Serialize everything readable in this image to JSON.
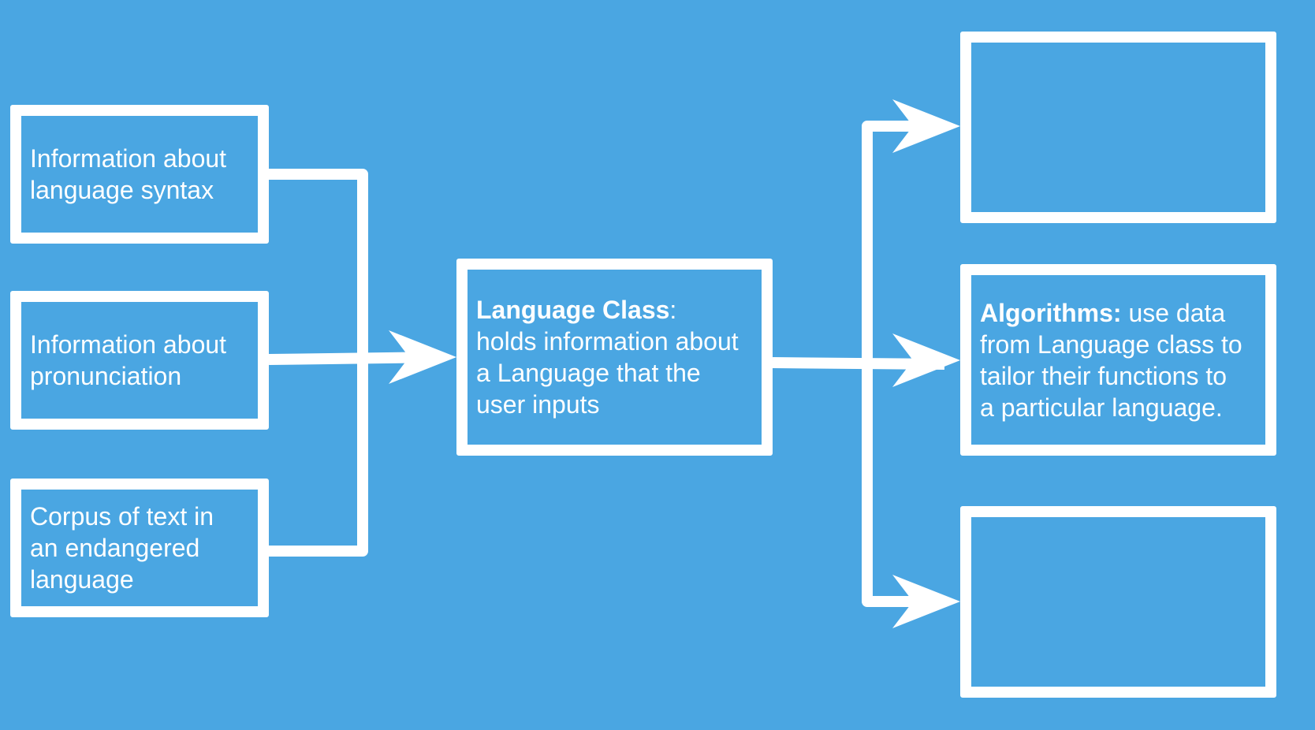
{
  "colors": {
    "background": "#4aa6e2",
    "foreground": "#ffffff"
  },
  "inputs": [
    {
      "lines": [
        "Information about",
        "language syntax"
      ]
    },
    {
      "lines": [
        "Information about",
        "pronunciation"
      ]
    },
    {
      "lines": [
        "Corpus of text in",
        "an endangered",
        "language"
      ]
    }
  ],
  "center": {
    "title": "Language Class",
    "title_suffix": ":",
    "lines": [
      "holds information about",
      "a Language that the",
      "user inputs"
    ]
  },
  "outputs": {
    "algorithms": {
      "title": "Algorithms:",
      "first_line_rest": " use data",
      "lines": [
        "from Language class to",
        "tailor their functions to",
        "a particular language."
      ]
    }
  }
}
